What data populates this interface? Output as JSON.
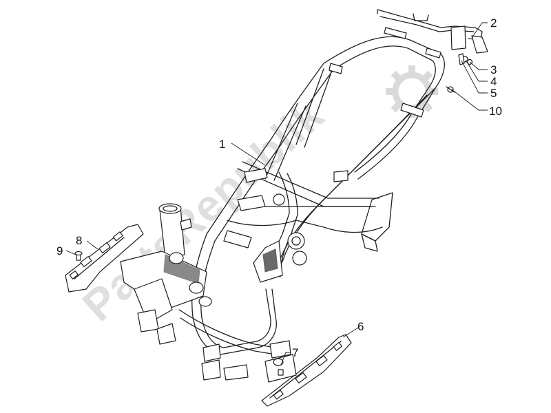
{
  "watermark": {
    "text": "PartsRepublik",
    "icon": "gear-icon"
  },
  "callouts": [
    {
      "id": "1",
      "label": "1"
    },
    {
      "id": "2",
      "label": "2"
    },
    {
      "id": "3",
      "label": "3"
    },
    {
      "id": "4",
      "label": "4"
    },
    {
      "id": "5",
      "label": "5"
    },
    {
      "id": "6",
      "label": "6"
    },
    {
      "id": "7",
      "label": "7"
    },
    {
      "id": "8",
      "label": "8"
    },
    {
      "id": "9",
      "label": "9"
    },
    {
      "id": "10",
      "label": "10"
    }
  ]
}
